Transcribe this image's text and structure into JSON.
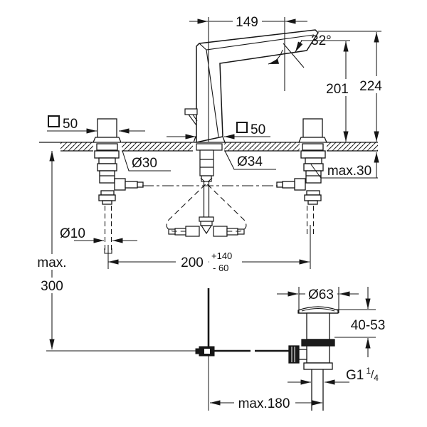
{
  "drawing": {
    "type": "faucet-installation-dimension-drawing",
    "line_color": "#161616",
    "background": "#ffffff"
  },
  "labels": {
    "spout_reach": "149",
    "spout_angle": "32°",
    "outlet_height": "201",
    "overall_height": "224",
    "square_symbol": "□",
    "handle_square_value": "50",
    "spout_square_value": "50",
    "handle_hole_dia": "Ø30",
    "spout_hole_dia": "Ø34",
    "deck_max_thickness": "max.30",
    "supply_pipe_dia": "Ø10",
    "hose_length": "200",
    "hose_tol_plus": "+140",
    "hose_tol_minus": "- 60",
    "rod_max_label": "max.",
    "rod_max_value": "300",
    "waste_flange_dia": "Ø63",
    "waste_clamp_range": "40-53",
    "waste_thread_prefix": "G1",
    "waste_thread_num": "1",
    "waste_thread_slash": "/",
    "waste_thread_den": "4",
    "horizontal_max": "max.180"
  }
}
